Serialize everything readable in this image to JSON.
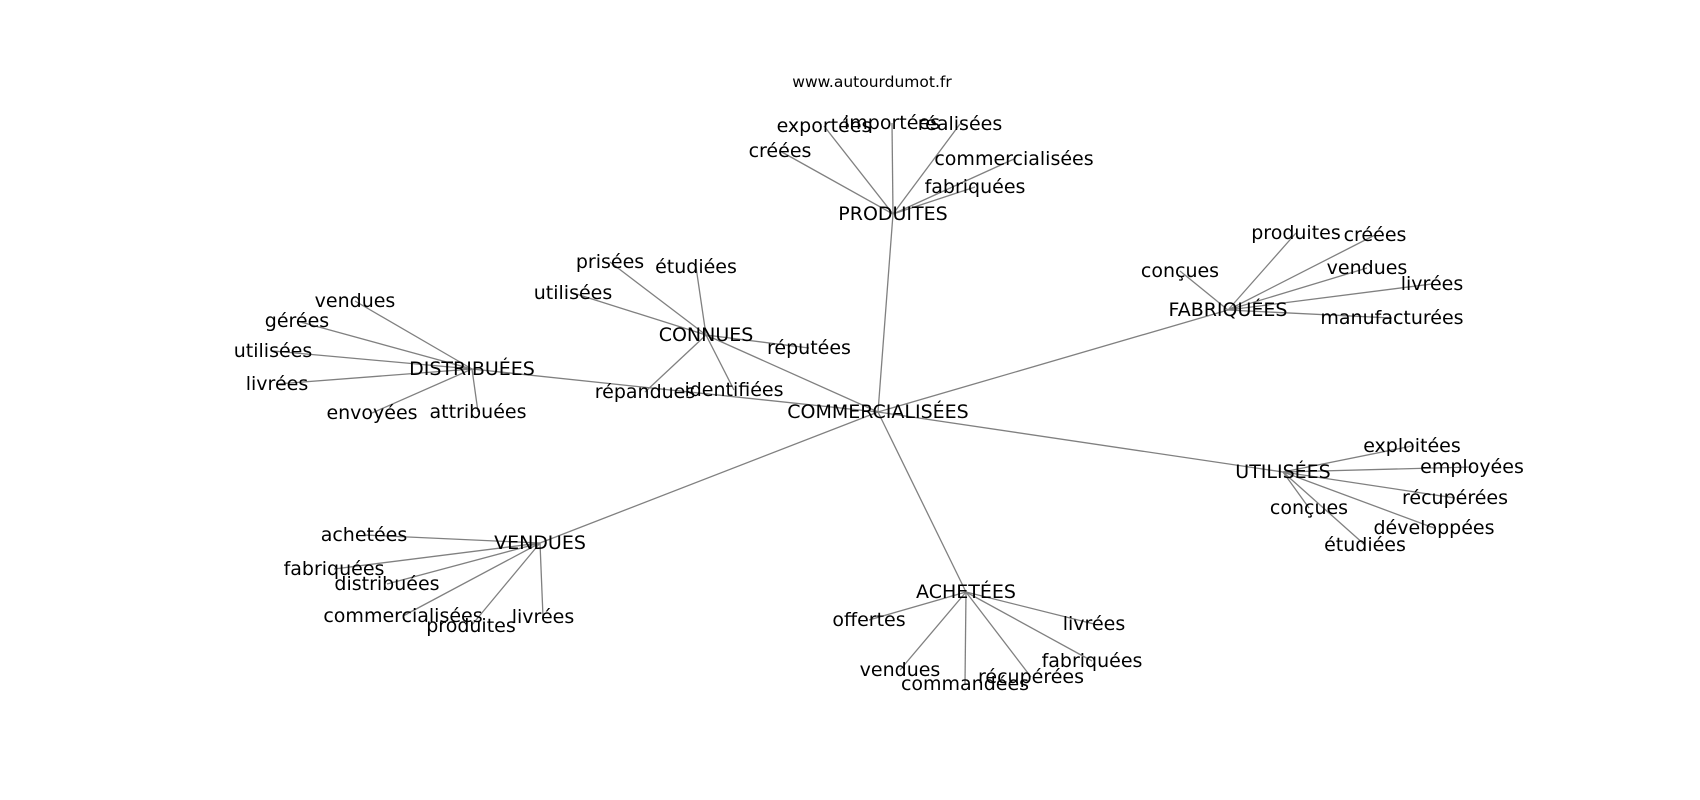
{
  "source": "www.autourdumot.fr",
  "center": "COMMERCIALISÉES",
  "clusters": [
    {
      "hub": "PRODUITES",
      "leaves": [
        "exportées",
        "importées",
        "réalisées",
        "créées",
        "commercialisées",
        "fabriquées"
      ]
    },
    {
      "hub": "FABRIQUÉES",
      "leaves": [
        "produites",
        "créées",
        "conçues",
        "vendues",
        "livrées",
        "manufacturées"
      ]
    },
    {
      "hub": "CONNUES",
      "leaves": [
        "prisées",
        "étudiées",
        "utilisées",
        "réputées",
        "répandues",
        "identifiées"
      ]
    },
    {
      "hub": "DISTRIBUÉES",
      "leaves": [
        "vendues",
        "gérées",
        "utilisées",
        "livrées",
        "envoyées",
        "attribuées"
      ]
    },
    {
      "hub": "UTILISÉES",
      "leaves": [
        "exploitées",
        "employées",
        "récupérées",
        "conçues",
        "développées",
        "étudiées"
      ]
    },
    {
      "hub": "VENDUES",
      "leaves": [
        "achetées",
        "fabriquées",
        "distribuées",
        "commercialisées",
        "produites",
        "livrées"
      ]
    },
    {
      "hub": "ACHETÉES",
      "leaves": [
        "offertes",
        "livrées",
        "fabriquées",
        "vendues",
        "récupérées",
        "commandées"
      ]
    }
  ]
}
